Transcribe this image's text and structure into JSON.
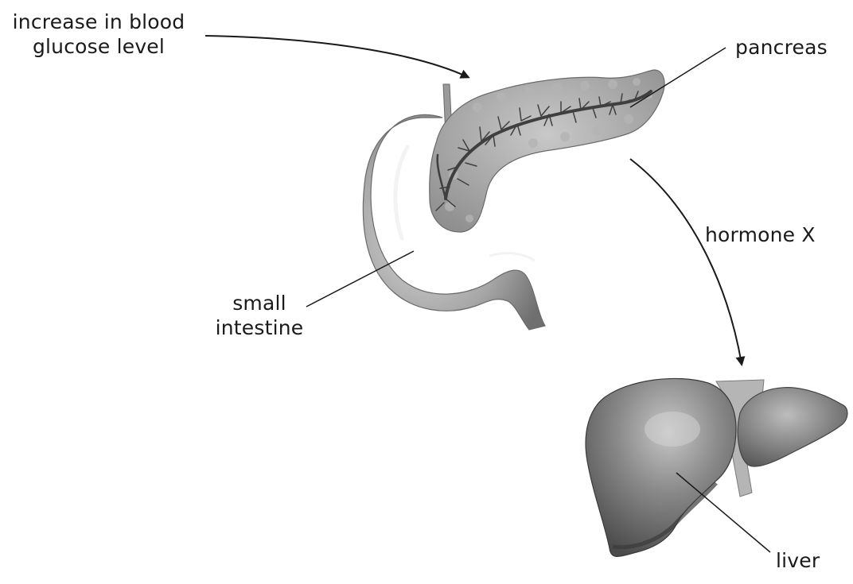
{
  "labels": {
    "trigger_line1": "increase in blood",
    "trigger_line2": "glucose level",
    "pancreas": "pancreas",
    "hormone": "hormone X",
    "small_line1": "small",
    "small_line2": "intestine",
    "liver": "liver"
  },
  "colors": {
    "organ_fill": "#a9a9a9",
    "organ_dark": "#5e5e5e",
    "vessel": "#3f3f3f",
    "line": "#1a1a1a"
  }
}
